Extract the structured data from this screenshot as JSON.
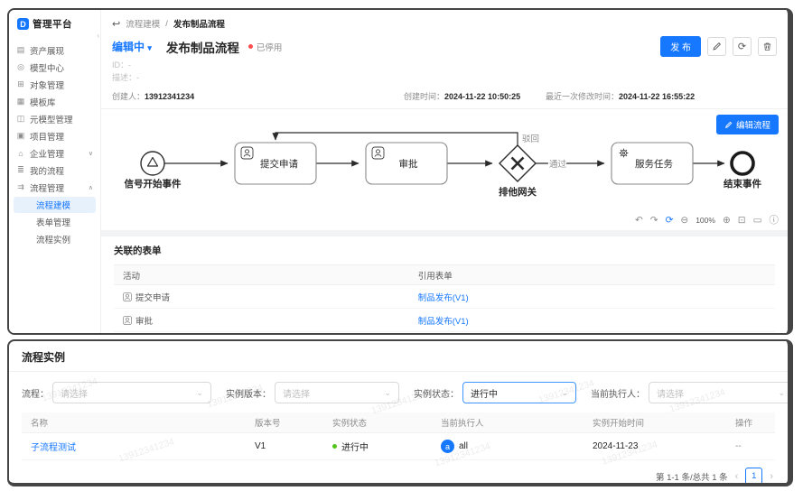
{
  "colors": {
    "primary": "#1677ff",
    "danger": "#ff4d4f",
    "success": "#52c41a"
  },
  "app": {
    "title": "管理平台",
    "logo_glyph": "D"
  },
  "sidebar": {
    "collapse_glyph": "‹",
    "items": [
      {
        "label": "资产展现",
        "icon_glyph": "▤"
      },
      {
        "label": "模型中心",
        "icon_glyph": "◎"
      },
      {
        "label": "对象管理",
        "icon_glyph": "⊞"
      },
      {
        "label": "模板库",
        "icon_glyph": "▦"
      },
      {
        "label": "元模型管理",
        "icon_glyph": "◫"
      },
      {
        "label": "项目管理",
        "icon_glyph": "▣"
      },
      {
        "label": "企业管理",
        "icon_glyph": "⌂",
        "chevron": "∨"
      },
      {
        "label": "我的流程",
        "icon_glyph": "≣"
      },
      {
        "label": "流程管理",
        "icon_glyph": "⇉",
        "chevron": "∧"
      }
    ],
    "sub_items": [
      {
        "label": "流程建模"
      },
      {
        "label": "表单管理"
      },
      {
        "label": "流程实例"
      }
    ]
  },
  "breadcrumb": {
    "back_glyph": "↩",
    "parent": "流程建模",
    "separator": "/",
    "current": "发布制品流程"
  },
  "header": {
    "edit_state": "编辑中",
    "edit_state_caret": "▾",
    "title": "发布制品流程",
    "disabled_badge": "已停用",
    "publish_label": "发 布"
  },
  "meta": {
    "id_label": "ID：",
    "id_value": "-",
    "desc_label": "描述：",
    "desc_value": "-",
    "creator_label": "创建人：",
    "creator_value": "13912341234",
    "created_label": "创建时间：",
    "created_value": "2024-11-22 10:50:25",
    "modified_label": "最近一次修改时间：",
    "modified_value": "2024-11-22 16:55:22"
  },
  "canvas": {
    "edit_flow_label": "编辑流程",
    "nodes": {
      "start": "信号开始事件",
      "task1": "提交申请",
      "task2": "审批",
      "gateway": "排他网关",
      "task3": "服务任务",
      "end": "结束事件"
    },
    "edge_labels": {
      "reject": "驳回",
      "pass": "通过"
    },
    "toolbar": {
      "undo": "↶",
      "redo": "↷",
      "reset": "⟳",
      "zoom_out": "⊖",
      "zoom_level": "100%",
      "zoom_in": "⊕",
      "fit": "⊡",
      "minimap": "▭",
      "info": "ⓘ"
    }
  },
  "forms_section": {
    "title": "关联的表单",
    "headers": {
      "activity": "活动",
      "form": "引用表单"
    },
    "rows": [
      {
        "activity": "提交申请",
        "form": "制品发布(V1)"
      },
      {
        "activity": "审批",
        "form": "制品发布(V1)"
      }
    ]
  },
  "instances": {
    "title": "流程实例",
    "filters": {
      "process_label": "流程：",
      "process_placeholder": "请选择",
      "version_label": "实例版本：",
      "version_placeholder": "请选择",
      "status_label": "实例状态：",
      "status_value": "进行中",
      "executor_label": "当前执行人：",
      "executor_placeholder": "请选择",
      "caret": "⌄"
    },
    "table": {
      "headers": [
        "名称",
        "版本号",
        "实例状态",
        "当前执行人",
        "实例开始时间",
        "操作"
      ],
      "row": {
        "name": "子流程测试",
        "version": "V1",
        "status": "进行中",
        "executor_avatar": "a",
        "executor": "all",
        "start_time": "2024-11-23",
        "action": "--"
      }
    },
    "pagination": {
      "summary": "第 1-1 条/总共 1 条",
      "prev": "‹",
      "page": "1",
      "next": "›"
    }
  },
  "watermark": {
    "text": "13912341234"
  }
}
